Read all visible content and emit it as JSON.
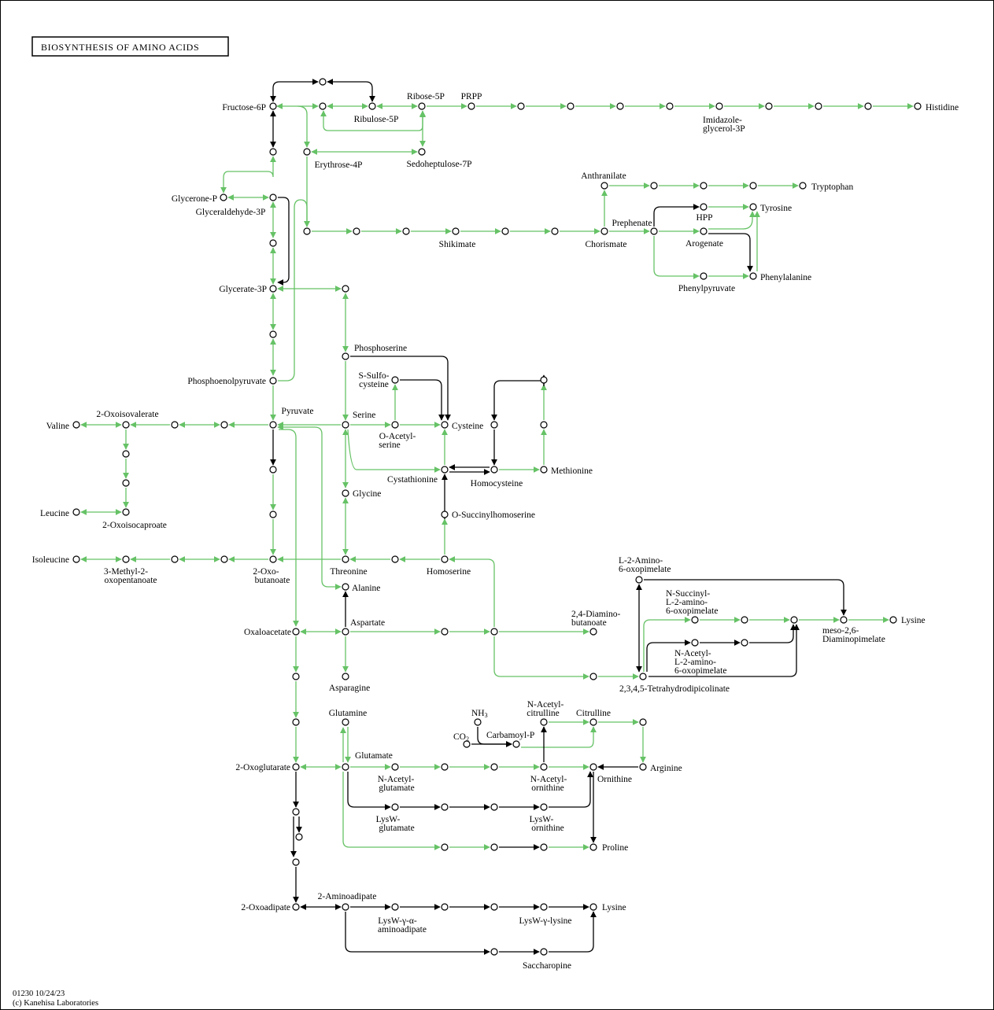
{
  "title": "BIOSYNTHESIS  OF  AMINO  ACIDS",
  "footer": {
    "line1": "01230 10/24/23",
    "line2": "(c) Kanehisa Laboratories"
  },
  "colors": {
    "enzyme_edge": "#66c266",
    "nonenzyme_edge": "#000000",
    "node_fill": "#ffffff"
  },
  "labels": {
    "fructose6p": "Fructose-6P",
    "ribose5p": "Ribose-5P",
    "prpp": "PRPP",
    "ribulose5p": "Ribulose-5P",
    "histidine": "Histidine",
    "imidazole1": "Imidazole-",
    "imidazole2": "glycerol-3P",
    "erythrose4p": "Erythrose-4P",
    "sedoheptulose7p": "Sedoheptulose-7P",
    "anthranilate": "Anthranilate",
    "tryptophan": "Tryptophan",
    "glyceroneP": "Glycerone-P",
    "glyceraldehyde3p": "Glyceraldehyde-3P",
    "hpp": "HPP",
    "tyrosine": "Tyrosine",
    "prephenate": "Prephenate",
    "shikimate": "Shikimate",
    "chorismate": "Chorismate",
    "arogenate": "Arogenate",
    "phenylalanine": "Phenylalanine",
    "phenylpyruvate": "Phenylpyruvate",
    "glycerate3p": "Glycerate-3P",
    "phosphoserine": "Phosphoserine",
    "sulfo1": "S-Sulfo-",
    "sulfo2": "cysteine",
    "phosphoenolpyruvate": "Phosphoenolpyruvate",
    "oxoisovalerate": "2-Oxoisovalerate",
    "pyruvate": "Pyruvate",
    "serine": "Serine",
    "valine": "Valine",
    "cysteine": "Cysteine",
    "oacetylserine1": "O-Acetyl-",
    "oacetylserine2": "serine",
    "cystathionine": "Cystathionine",
    "homocysteine": "Homocysteine",
    "methionine": "Methionine",
    "leucine": "Leucine",
    "glycine": "Glycine",
    "osuccinylhomoserine": "O-Succinylhomoserine",
    "oxoisocaproate": "2-Oxoisocaproate",
    "isoleucine": "Isoleucine",
    "methyloxo1": "3-Methyl-2-",
    "methyloxo2": "oxopentanoate",
    "oxobutanoate1": "2-Oxo-",
    "oxobutanoate2": "butanoate",
    "threonine": "Threonine",
    "homoserine": "Homoserine",
    "l2amino1": "L-2-Amino-",
    "l2amino2": "6-oxopimelate",
    "alanine": "Alanine",
    "nsuccinyl1": "N-Succinyl-",
    "nsuccinyl2": "L-2-amino-",
    "nsuccinyl3": "6-oxopimelate",
    "aspartate": "Aspartate",
    "diamino1": "2,4-Diamino-",
    "diamino2": "butanoate",
    "oxaloacetate": "Oxaloacetate",
    "lysine1": "Lysine",
    "meso1": "meso-2,6-",
    "meso2": "Diaminopimelate",
    "nacetyl1": "N-Acetyl-",
    "nacetyl2": "L-2-amino-",
    "nacetyl3": "6-oxopimelate",
    "tetrahydro": "2,3,4,5-Tetrahydrodipicolinate",
    "asparagine": "Asparagine",
    "nacetylcit1": "N-Acetyl-",
    "nacetylcit2": "citrulline",
    "nh3": "NH",
    "nh3sub": "3",
    "glutamine": "Glutamine",
    "citrulline": "Citrulline",
    "co2": "CO",
    "co2sub": "2",
    "carbamoylp": "Carbamoyl-P",
    "glutamate": "Glutamate",
    "oxoglutarate": "2-Oxoglutarate",
    "arginine": "Arginine",
    "nacetylglu1": "N-Acetyl-",
    "nacetylglu2": "glutamate",
    "nacetylorn1": "N-Acetyl-",
    "nacetylorn2": "ornithine",
    "ornithine": "Ornithine",
    "lyswglu1": "LysW-",
    "lyswglu2": "glutamate",
    "lysworn1": "LysW-",
    "lysworn2": "ornithine",
    "proline": "Proline",
    "aminoadipate": "2-Aminoadipate",
    "oxoadipate": "2-Oxoadipate",
    "lysine2": "Lysine",
    "lyswaa1": "LysW-γ-α-",
    "lyswaa2": "aminoadipate",
    "lyswlys": "LysW-γ-lysine",
    "saccharopine": "Saccharopine"
  }
}
